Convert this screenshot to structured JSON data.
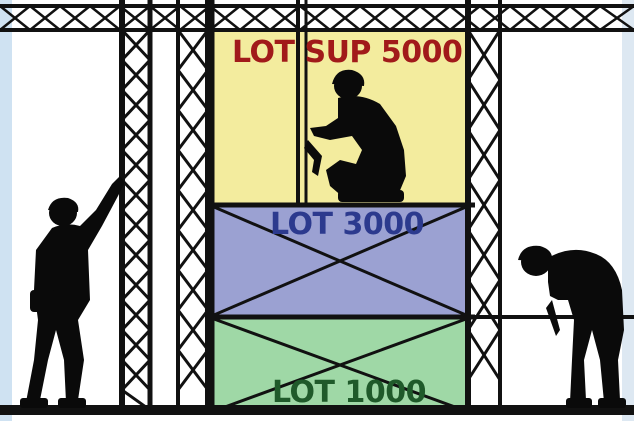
{
  "levels": {
    "top": {
      "label": "LOT SUP 5000",
      "fill": "#f3ec9e",
      "text_color": "#a11a1a"
    },
    "middle": {
      "label": "LOT 3000",
      "fill": "#9ba1d2",
      "text_color": "#2c3a8e"
    },
    "bottom": {
      "label": "LOT 1000",
      "fill": "#9fd8a6",
      "text_color": "#1f5a2a"
    }
  },
  "figures": [
    "worker-left-silhouette",
    "worker-kneeling-silhouette",
    "worker-right-silhouette"
  ],
  "colors": {
    "scaffold": "#111111",
    "background": "#ffffff",
    "background_edge": "#cfe2f2"
  }
}
